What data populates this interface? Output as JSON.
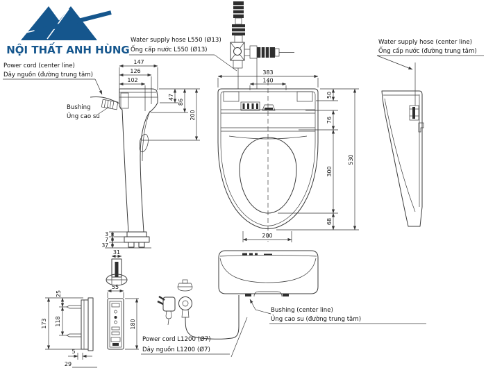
{
  "logo": {
    "company": "NỘI THẤT ANH HÙNG",
    "brand_color": "#15568d"
  },
  "annotations": {
    "water_hose": {
      "en": "Water supply hose L550 (Ø13)",
      "vi": "Ống cấp nước L550 (Ø13)"
    },
    "water_hose_center": {
      "en": "Water supply hose (center line)",
      "vi": "Ống cấp nước (đường trung tâm)"
    },
    "power_cord_center": {
      "en": "Power cord (center line)",
      "vi": "Dây nguồn (đường trung tâm)"
    },
    "bushing": {
      "en": "Bushing",
      "vi": "Ủng cao su"
    },
    "bushing_center": {
      "en": "Bushing (center line)",
      "vi": "Ủng cao su (đường trung tâm)"
    },
    "power_cord": {
      "en": "Power cord L1200 (Ø7)",
      "vi": "Dây nguồn L1200 (Ø7)"
    }
  },
  "dims": {
    "side": {
      "d147": "147",
      "d126": "126",
      "d102": "102",
      "d47": "47",
      "d86": "86",
      "d200": "200",
      "d3": "3",
      "d7": "7",
      "d37": "37",
      "d31": "31"
    },
    "plan": {
      "d383": "383",
      "d140": "140",
      "d50": "50",
      "d76": "76",
      "d300": "300",
      "d68": "68",
      "d530": "530",
      "d200": "200"
    },
    "remote": {
      "d25": "25",
      "d173": "173",
      "d118": "118",
      "d5": "5",
      "d29": "29",
      "d55": "55",
      "d180": "180"
    }
  },
  "drawing": {
    "line_color": "#3a3a3a"
  }
}
